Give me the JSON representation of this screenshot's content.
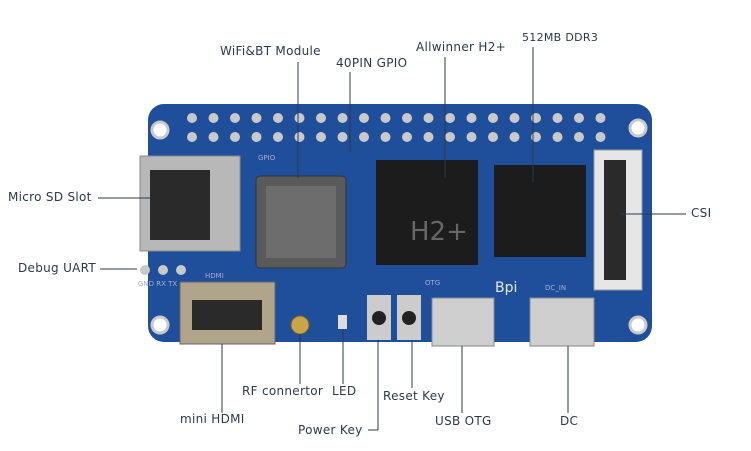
{
  "labels": {
    "wifi": "WiFi&BT Module",
    "gpio": "40PIN GPIO",
    "soc": "Allwinner H2+",
    "ram": "512MB DDR3",
    "sd": "Micro SD Slot",
    "uart": "Debug UART",
    "csi": "CSI",
    "rf": "RF connertor",
    "led": "LED",
    "hdmi": "mini HDMI",
    "reset": "Reset Key",
    "power": "Power Key",
    "otg": "USB OTG",
    "dc": "DC"
  },
  "silkscreen": {
    "chip": "H2+",
    "logo": "Bpi",
    "gpio": "GPIO",
    "otg": "OTG",
    "dc": "DC_IN",
    "hdmi": "HDMI",
    "uart": "GND RX TX"
  },
  "colors": {
    "board": "#1f4f9a",
    "pcb_dark": "#173e7d",
    "pad": "#c9c9c9",
    "chip": "#1a1a1a",
    "text": "#2b3a4a"
  }
}
